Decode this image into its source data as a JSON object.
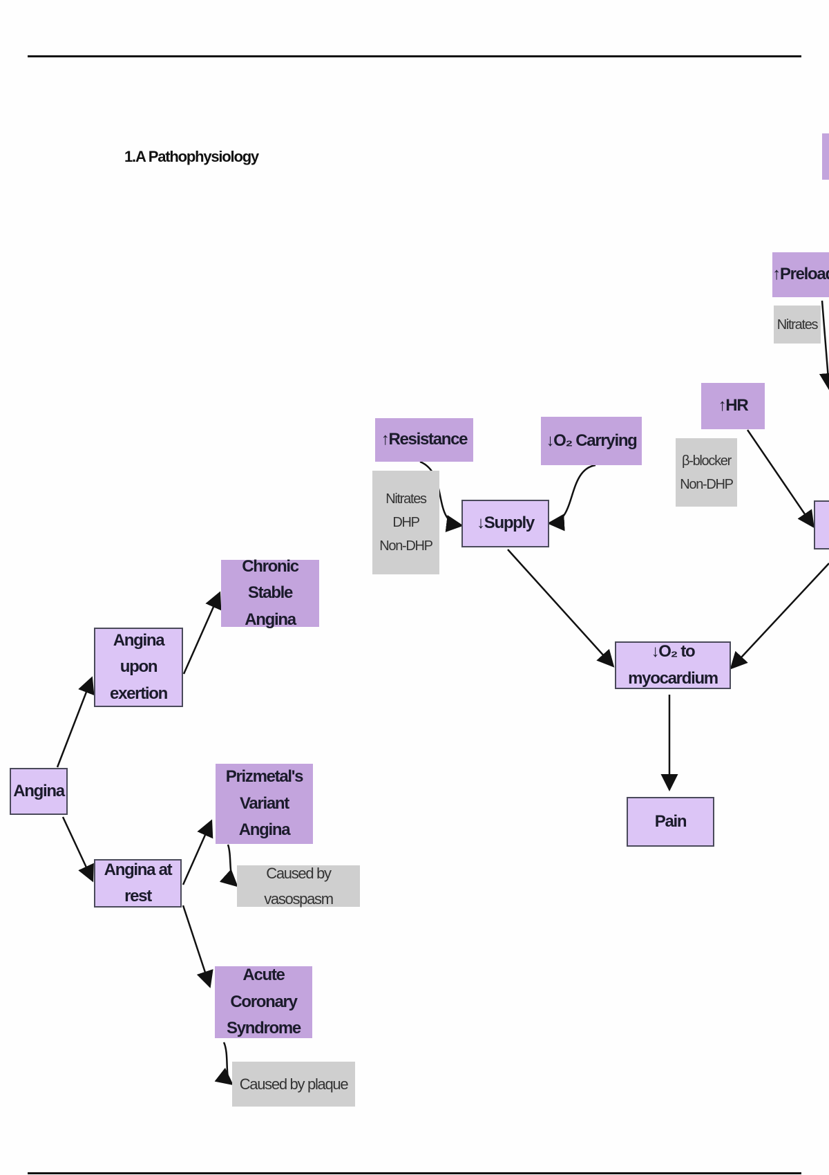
{
  "section_title": "1.A Pathophysiology",
  "nodes": {
    "preload": "↑Preload",
    "preload_drugs": "Nitrates",
    "hr": "↑HR",
    "hr_drugs": "β-blocker\nNon-DHP",
    "resistance": "↑Resistance",
    "resistance_drugs": "Nitrates\nDHP\nNon-DHP",
    "o2_carrying": "↓O₂ Carrying",
    "supply": "↓Supply",
    "o2_myocardium": "↓O₂ to myocardium",
    "pain": "Pain",
    "angina": "Angina",
    "angina_exertion": "Angina upon\nexertion",
    "chronic_stable": "Chronic Stable\nAngina",
    "angina_rest": "Angina at rest",
    "prizmetal": "Prizmetal's\nVariant Angina",
    "vasospasm": "Caused by vasospasm",
    "acs": "Acute Coronary\nSyndrome",
    "plaque": "Caused by plaque"
  },
  "colors": {
    "dark": "#c3a4dd",
    "light": "#dcc5f6",
    "gray": "#cfcfcf"
  }
}
